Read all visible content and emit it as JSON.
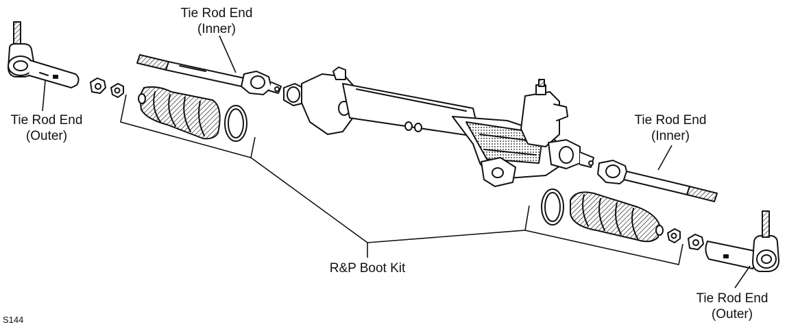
{
  "labels": {
    "tie_rod_inner_left": [
      "Tie Rod End",
      "(Inner)"
    ],
    "tie_rod_inner_right": [
      "Tie Rod End",
      "(Inner)"
    ],
    "tie_rod_outer_left": [
      "Tie Rod End",
      "(Outer)"
    ],
    "tie_rod_outer_right": [
      "Tie Rod End",
      "(Outer)"
    ],
    "boot_kit": "R&P Boot Kit"
  },
  "figure_code": "S144",
  "colors": {
    "ink": "#111111",
    "paper": "#ffffff",
    "shade": "#cfcfcf"
  }
}
